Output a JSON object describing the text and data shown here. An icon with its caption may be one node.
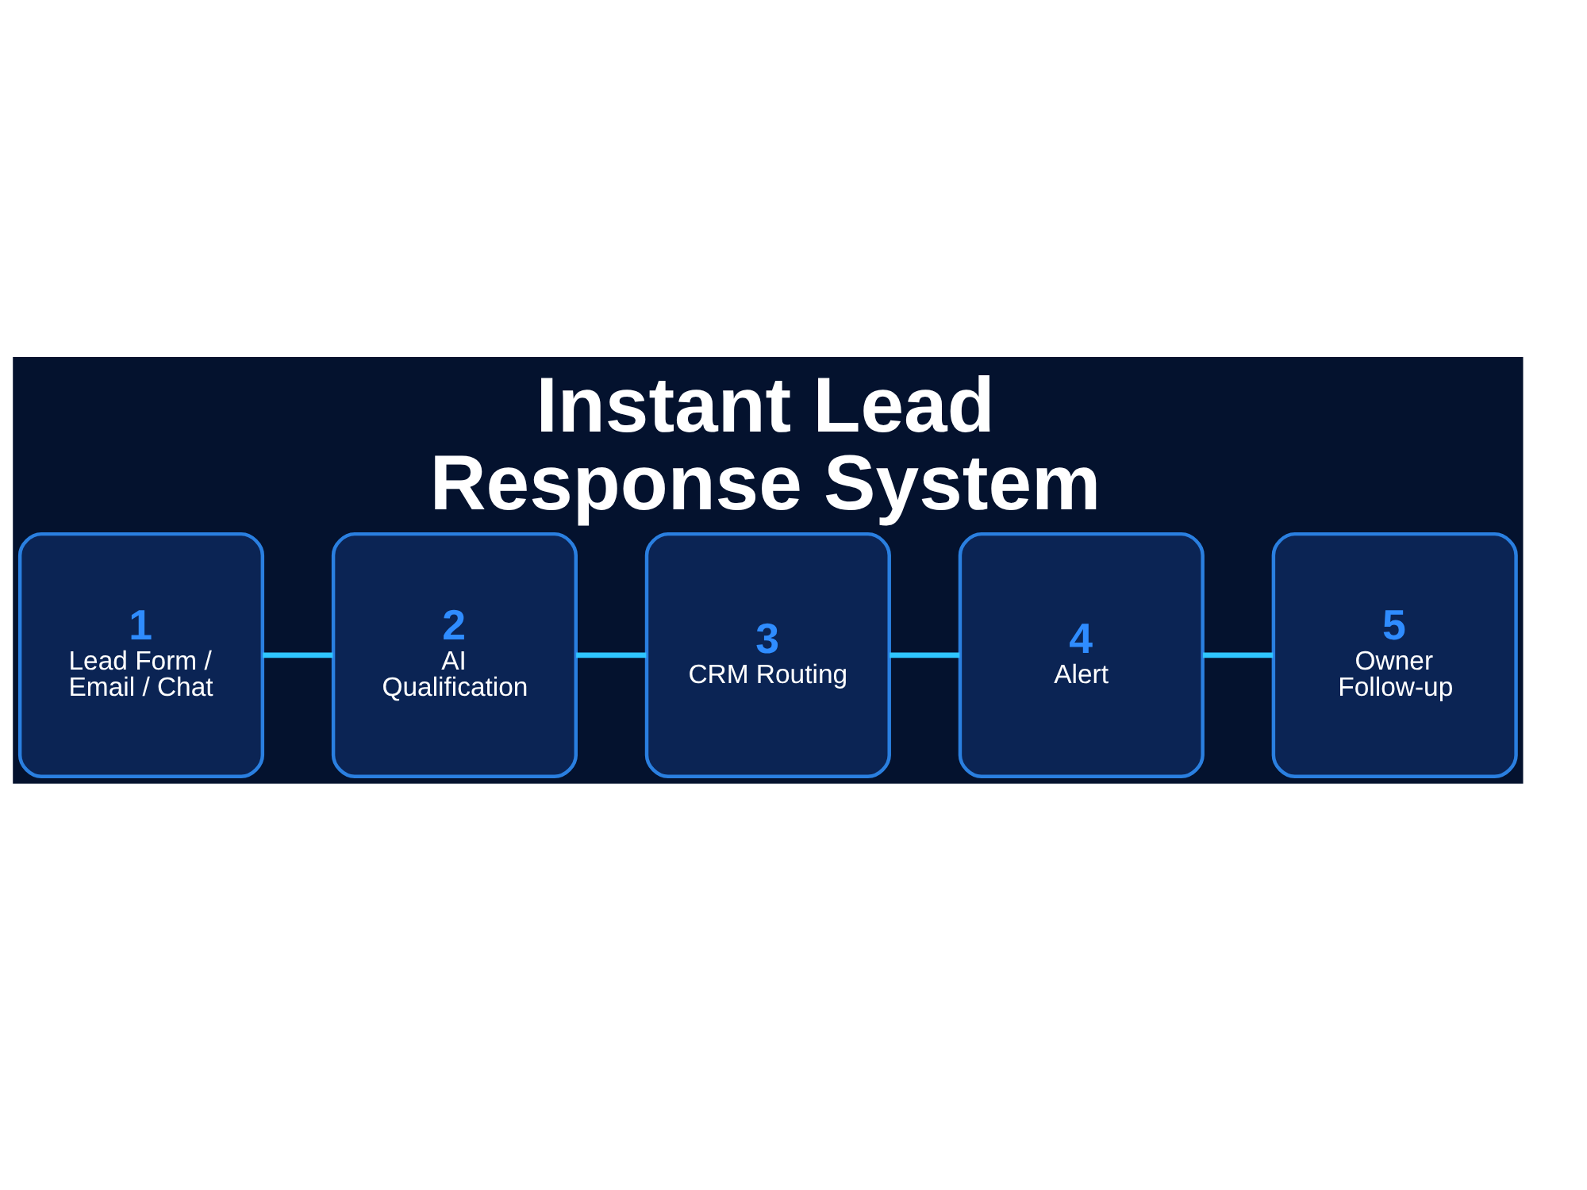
{
  "diagram": {
    "title": "Instant Lead Response System",
    "nodes": [
      {
        "text": [
          "1",
          "Lead Form / Email / Chat"
        ]
      },
      {
        "text": [
          "2",
          "AI Qualification"
        ]
      },
      {
        "text": [
          "3",
          "CRM Routing"
        ]
      },
      {
        "text": [
          "4",
          "Alert"
        ]
      },
      {
        "text": [
          "5",
          "Owner Follow-up"
        ]
      }
    ],
    "edges": [
      {
        "from": 0,
        "to": 1,
        "arrow": "none"
      },
      {
        "from": 1,
        "to": 2,
        "arrow": "none"
      },
      {
        "from": 2,
        "to": 3,
        "arrow": "none"
      },
      {
        "from": 3,
        "to": 4,
        "arrow": "none"
      }
    ]
  }
}
